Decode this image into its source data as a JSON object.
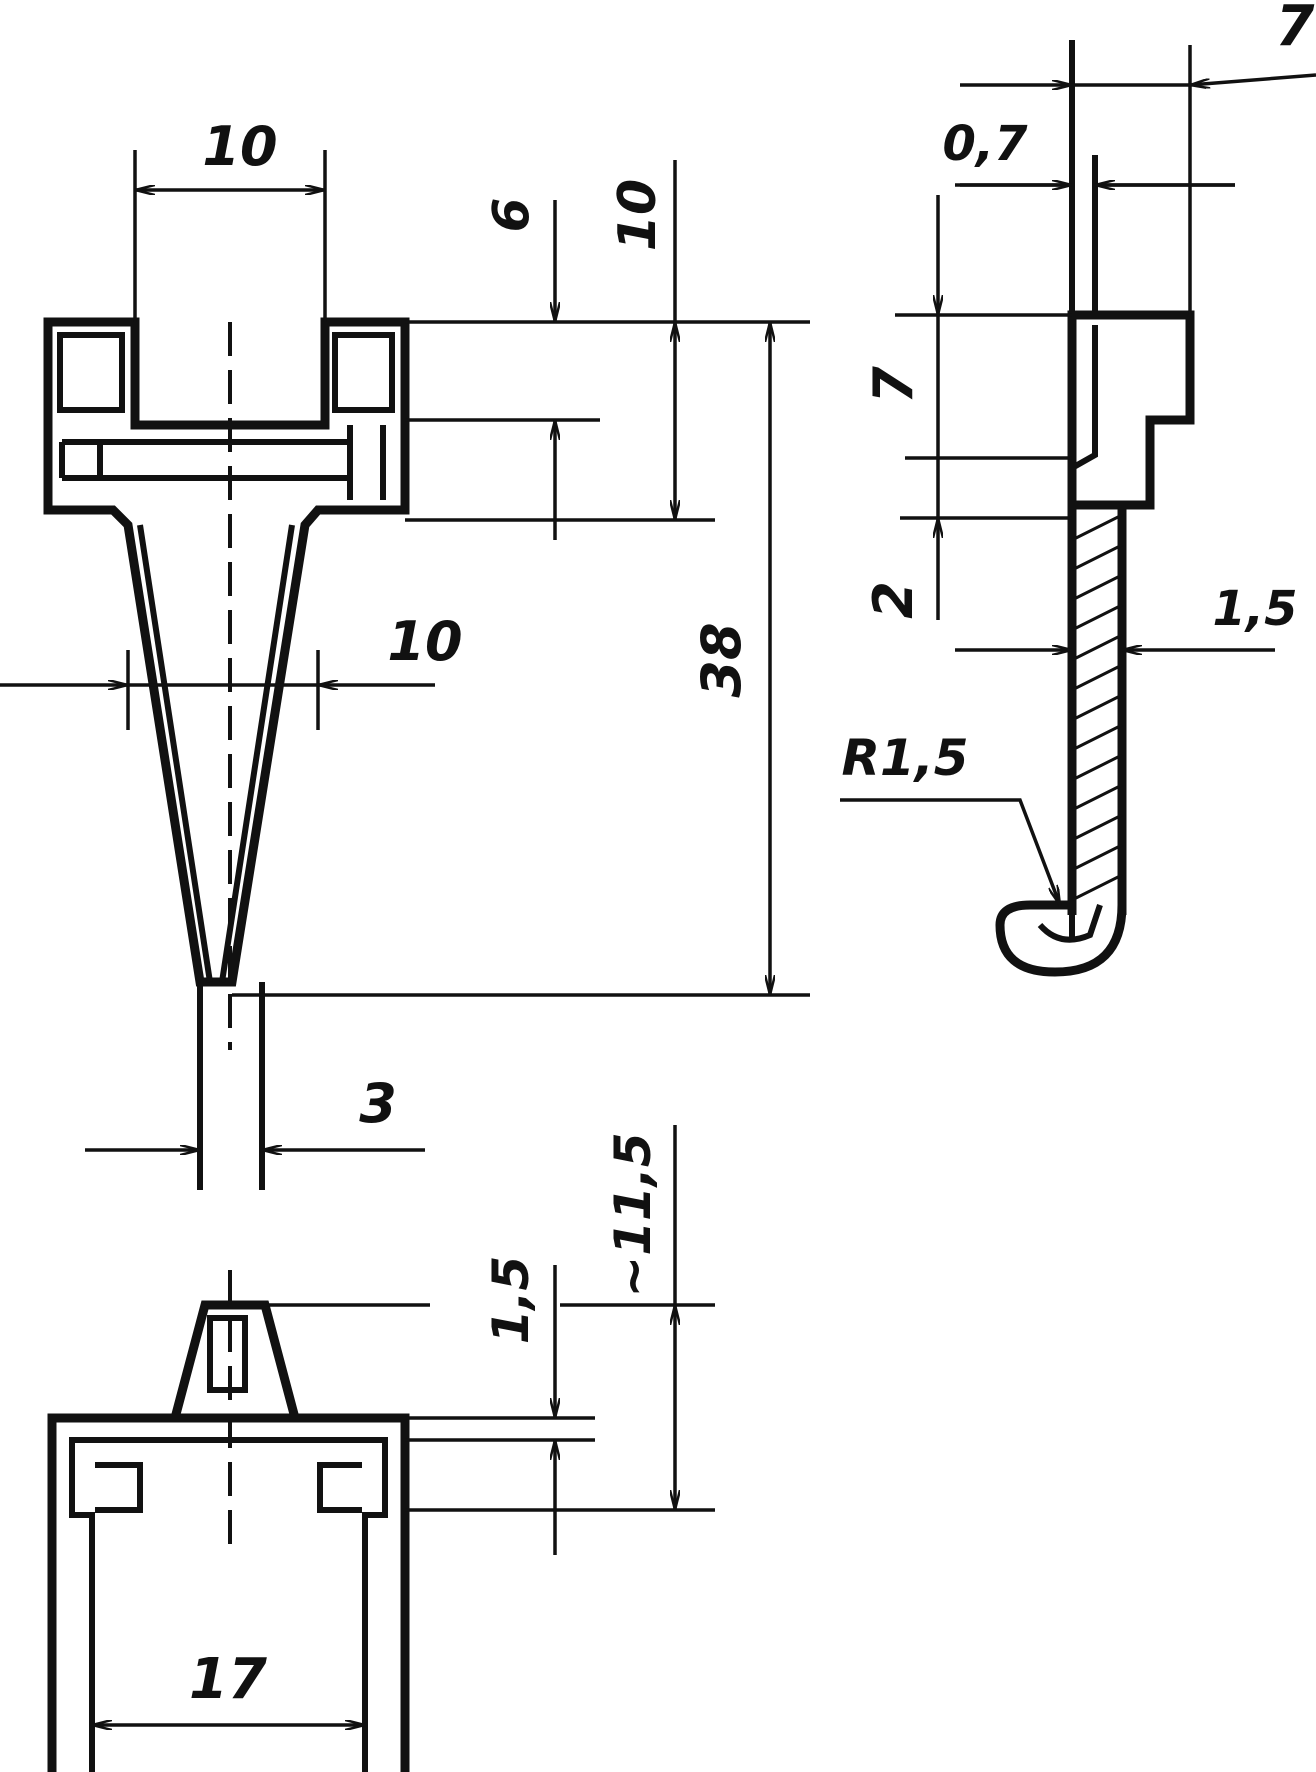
{
  "dimensions": {
    "top_width": "10",
    "depth_6": "6",
    "depth_10": "10",
    "overall_height": "38",
    "cone_width": "10",
    "tip_width": "3",
    "right_top": "7",
    "right_wall": "0,7",
    "right_height": "7",
    "right_step": "2",
    "right_thickness": "1,5",
    "right_radius": "R1,5",
    "bottom_wall": "1,5",
    "bottom_height": "~11,5",
    "bottom_width": "17"
  },
  "colors": {
    "ink": "#111111",
    "paper": "#ffffff"
  },
  "icons": {
    "arrowhead": "arrowhead-icon"
  }
}
